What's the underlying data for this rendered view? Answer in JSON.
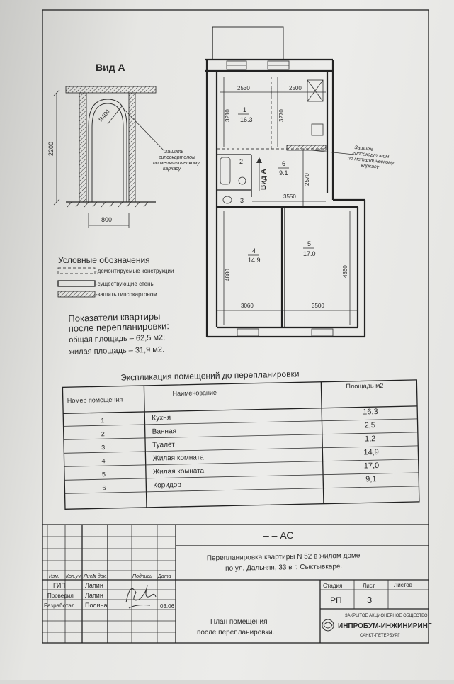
{
  "view": {
    "title": "Вид А",
    "dim_height": "2200",
    "dim_width": "800",
    "radius": "R400",
    "note": [
      "Зашить",
      "гипсокартоном",
      "по металлическому",
      "каркасу"
    ]
  },
  "plan": {
    "rooms": [
      {
        "num": "1",
        "area": "16.3"
      },
      {
        "num": "2",
        "area": ""
      },
      {
        "num": "3",
        "area": ""
      },
      {
        "num": "4",
        "area": "14.9"
      },
      {
        "num": "5",
        "area": "17.0"
      },
      {
        "num": "6",
        "area": "9.1"
      }
    ],
    "dims": {
      "top_left": "2530",
      "top_right": "2500",
      "left_upper": "3210",
      "mid_upper": "3270",
      "corridor_v": "2570",
      "corridor_h": "3550",
      "left_lower": "4880",
      "right_lower": "4860",
      "bottom_left": "3060",
      "bottom_right": "3500"
    },
    "view_marker": "Вид А",
    "note": [
      "Зашить",
      "гипсокартоном",
      "по металлическому",
      "каркасу"
    ]
  },
  "legend": {
    "title": "Условные обозначения",
    "items": [
      {
        "label": "-демонтируемые конструкции"
      },
      {
        "label": "-существующие стены"
      },
      {
        "label": "-зашить гипсокартоном"
      }
    ]
  },
  "indicators": {
    "title_line1": "Показатели квартиры",
    "title_line2": "после перепланировки:",
    "total": "общая площадь – 62,5 м2;",
    "living": "жилая площадь – 31,9 м2."
  },
  "explication": {
    "title": "Экспликация помещений до перепланировки",
    "headers": [
      "Номер помещения",
      "Наименование",
      "Площадь м2"
    ],
    "rows": [
      [
        "1",
        "Кухня",
        "16,3"
      ],
      [
        "2",
        "Ванная",
        "2,5"
      ],
      [
        "3",
        "Туалет",
        "1,2"
      ],
      [
        "4",
        "Жилая комната",
        "14,9"
      ],
      [
        "5",
        "Жилая комната",
        "17,0"
      ],
      [
        "6",
        "Коридор",
        "9,1"
      ]
    ]
  },
  "stamp": {
    "code": "–   – АС",
    "project_line1": "Перепланировка квартиры N 52 в жилом доме",
    "project_line2": "по ул. Дальняя, 33 в г. Сыктывкаре.",
    "col_headers": [
      "Изм.",
      "Кол.уч",
      "Лист",
      "N док.",
      "Подпись",
      "Дата"
    ],
    "roles": [
      {
        "role": "ГИП",
        "name": "Лапин",
        "date": ""
      },
      {
        "role": "Проверил",
        "name": "Лапин",
        "date": ""
      },
      {
        "role": "Разработал",
        "name": "Полина",
        "date": "03.06"
      }
    ],
    "stage_label": "Стадия",
    "sheet_label": "Лист",
    "sheets_label": "Листов",
    "stage": "РП",
    "sheet": "3",
    "sheets": "",
    "drawing_title_line1": "План помещения",
    "drawing_title_line2": "после перепланировки.",
    "company_line1": "ЗАКРЫТОЕ АКЦИОНЕРНОЕ ОБЩЕСТВО",
    "company_name": "ИНПРОБУМ-ИНЖИНИРИНГ",
    "company_city": "САНКТ-ПЕТЕРБУРГ"
  }
}
